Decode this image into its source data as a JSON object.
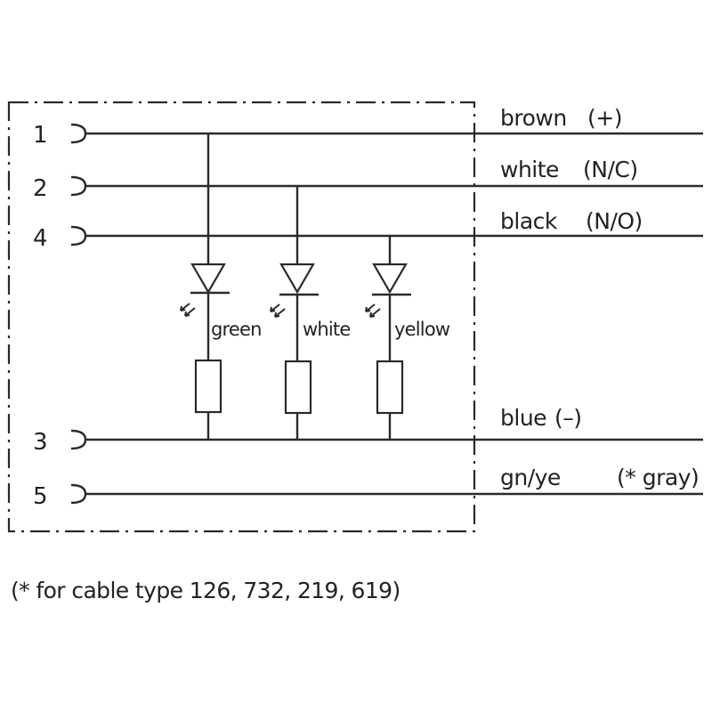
{
  "diagram": {
    "title": "Connector wiring diagram",
    "pins": [
      {
        "number": "1",
        "wire_color": "brown",
        "function": "(+)"
      },
      {
        "number": "2",
        "wire_color": "white",
        "function": "(N/C)"
      },
      {
        "number": "4",
        "wire_color": "black",
        "function": "(N/O)"
      },
      {
        "number": "3",
        "wire_color": "blue",
        "function": "(–)"
      },
      {
        "number": "5",
        "wire_color": "gn/ye",
        "function": "(* gray)"
      }
    ],
    "leds": [
      {
        "label": "green",
        "connects_from_pin": "1",
        "connects_to_pin": "3"
      },
      {
        "label": "white",
        "connects_from_pin": "2",
        "connects_to_pin": "3"
      },
      {
        "label": "yellow",
        "connects_from_pin": "4",
        "connects_to_pin": "3"
      }
    ],
    "footnote": "(* for cable type 126, 732, 219, 619)"
  }
}
